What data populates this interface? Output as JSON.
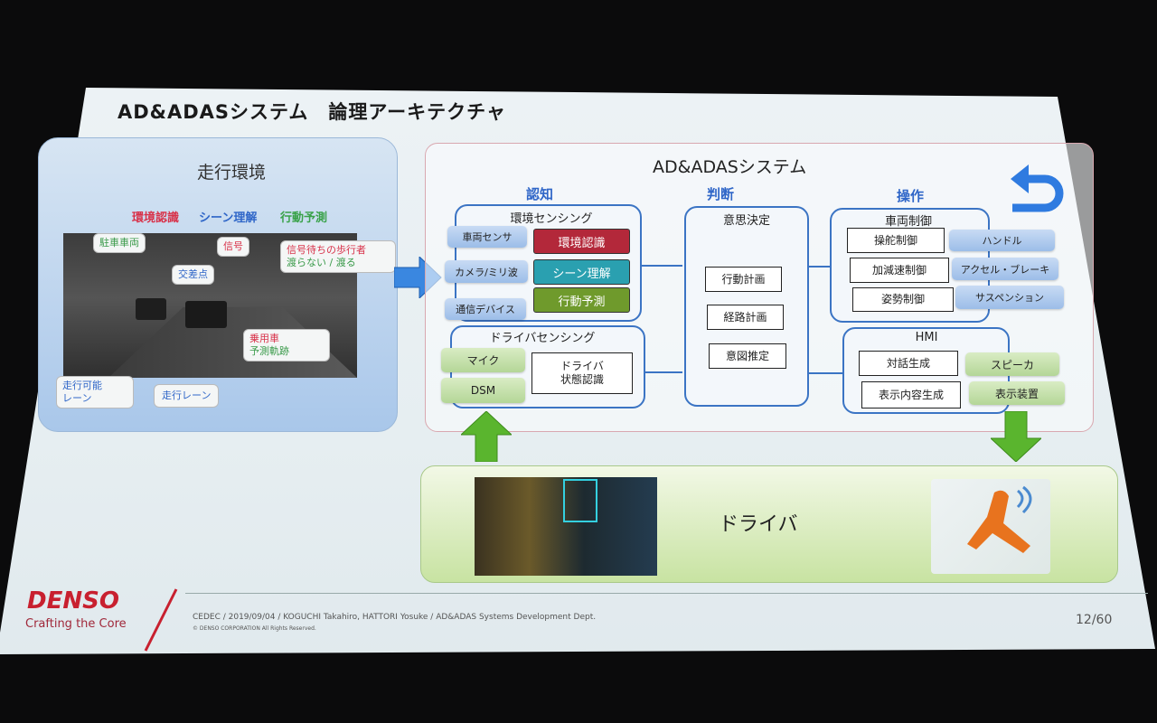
{
  "slide": {
    "title": "AD&ADASシステム　論理アーキテクチャ",
    "environment": {
      "title": "走行環境",
      "tags": [
        {
          "label": "環境認識",
          "color": "#d8324a"
        },
        {
          "label": "シーン理解",
          "color": "#2f66c8"
        },
        {
          "label": "行動予測",
          "color": "#3aa24a"
        }
      ],
      "callouts": {
        "parked": "駐車車両",
        "signal": "信号",
        "pedestrian_line1": "信号待ちの歩行者",
        "pedestrian_line2": "渡らない / 渡る",
        "intersection": "交差点",
        "car_line1": "乗用車",
        "car_line2": "予測軌跡",
        "drivable_line1": "走行可能",
        "drivable_line2": "レーン",
        "lane": "走行レーン"
      }
    },
    "system": {
      "title": "AD&ADASシステム",
      "recognition": {
        "header": "認知",
        "env_sensing": {
          "label": "環境センシング",
          "sensors": [
            "車両センサ",
            "カメラ/ミリ波",
            "通信デバイス"
          ],
          "functions": [
            {
              "label": "環境認識",
              "color": "#b3283a"
            },
            {
              "label": "シーン理解",
              "color": "#2aa0b0"
            },
            {
              "label": "行動予測",
              "color": "#6f9a2c"
            }
          ]
        },
        "driver_sensing": {
          "label": "ドライバセンシング",
          "sensors": [
            "マイク",
            "DSM"
          ],
          "function_line1": "ドライバ",
          "function_line2": "状態認識"
        }
      },
      "judgment": {
        "header": "判断",
        "label": "意思決定",
        "items": [
          "行動計画",
          "経路計画",
          "意図推定"
        ]
      },
      "operation": {
        "header": "操作",
        "vehicle_control": {
          "label": "車両制御",
          "items": [
            "操舵制御",
            "加減速制御",
            "姿勢制御"
          ],
          "actuators": [
            "ハンドル",
            "アクセル・ブレーキ",
            "サスペンション"
          ]
        },
        "hmi": {
          "label": "HMI",
          "items": [
            "対話生成",
            "表示内容生成"
          ],
          "devices": [
            "スピーカ",
            "表示装置"
          ]
        }
      }
    },
    "driver": {
      "label": "ドライバ"
    },
    "footer": {
      "logo": "DENSO",
      "tagline": "Crafting the Core",
      "event": "CEDEC / 2019/09/04 / KOGUCHI Takahiro, HATTORI Yosuke / AD&ADAS Systems Development Dept.",
      "copyright": "© DENSO CORPORATION All Rights Reserved.",
      "page": "12/60"
    }
  }
}
